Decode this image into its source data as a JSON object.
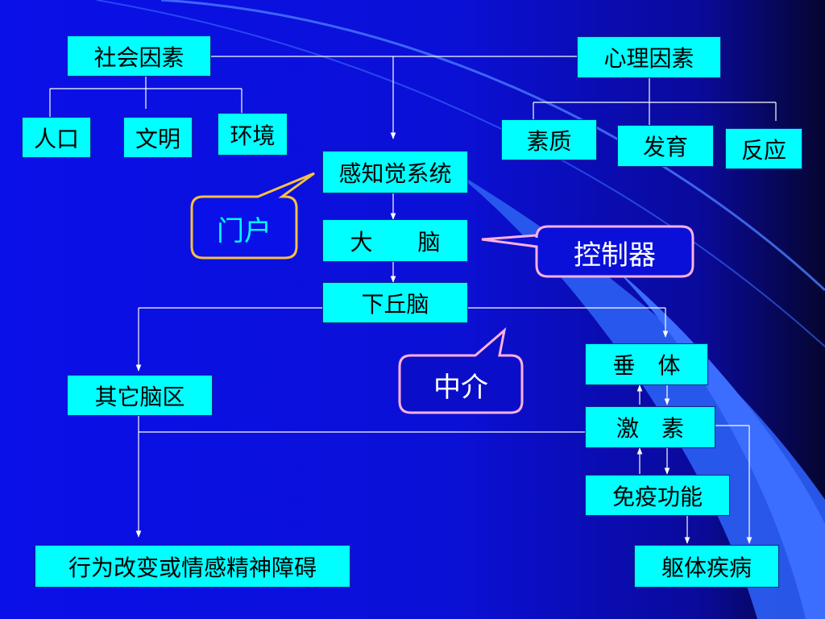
{
  "nodes": {
    "social": "社会因素",
    "psych": "心理因素",
    "population": "人口",
    "civilization": "文明",
    "environment": "环境",
    "quality": "素质",
    "development": "发育",
    "reaction": "反应",
    "perception": "感知觉系统",
    "brain": "大　　脑",
    "hypothalamus": "下丘脑",
    "other_brain": "其它脑区",
    "pituitary": "垂　体",
    "hormone": "激　素",
    "immune": "免疫功能",
    "behavior": "行为改变或情感精神障碍",
    "somatic": "躯体疾病"
  },
  "callouts": {
    "portal": "门户",
    "controller": "控制器",
    "mediator": "中介"
  },
  "colors": {
    "box_fill": "#00ffff",
    "portal_text": "#00ffff",
    "callout_text": "#ffffff",
    "portal_border": "#f5c042",
    "controller_border": "#ffb0e0",
    "line": "#ffffff"
  }
}
